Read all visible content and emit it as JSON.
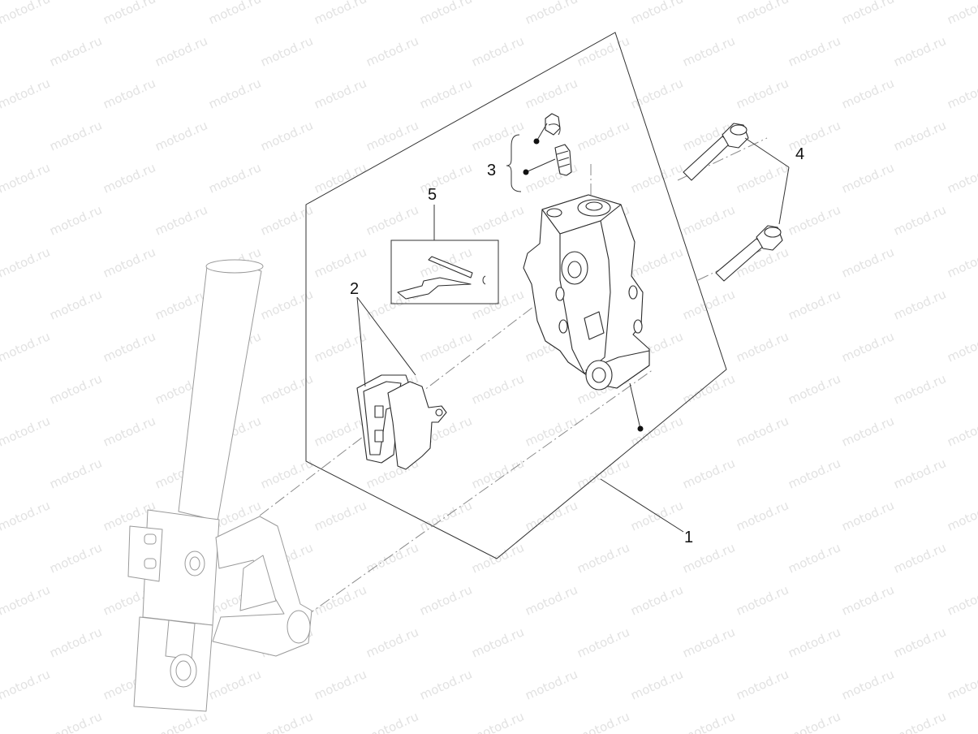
{
  "watermark": {
    "text": "motod.ru"
  },
  "callouts": [
    {
      "id": "1",
      "label": "1"
    },
    {
      "id": "2",
      "label": "2"
    },
    {
      "id": "3",
      "label": "3"
    },
    {
      "id": "4",
      "label": "4"
    },
    {
      "id": "5",
      "label": "5"
    }
  ],
  "colors": {
    "line": "#2b2b2b",
    "watermark": "#e2e2e2",
    "background": "#ffffff"
  }
}
